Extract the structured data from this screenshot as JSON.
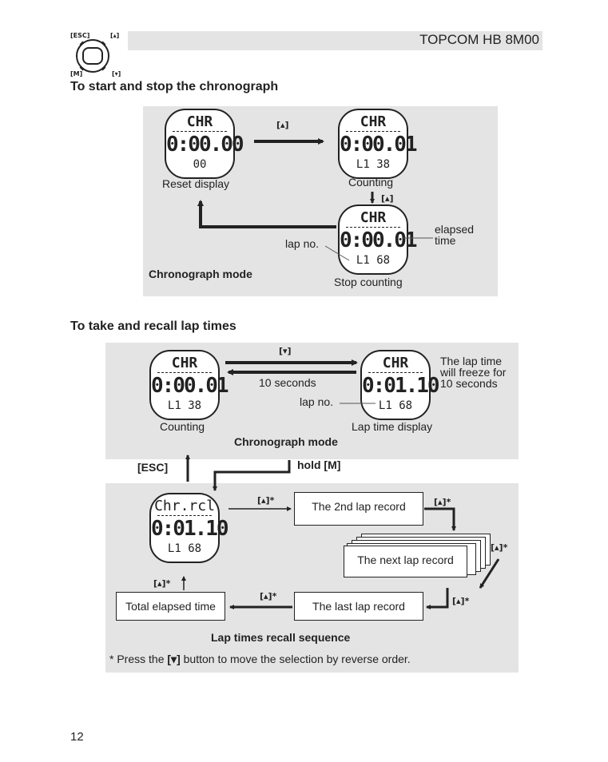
{
  "header": {
    "brand": "TOPCOM HB 8M00",
    "logo": {
      "key_esc": "[ESC]",
      "key_up": "[▴]",
      "key_m": "[M]",
      "key_down": "[▾]"
    }
  },
  "section1": {
    "title": "To start and stop the chronograph",
    "watch_reset": {
      "top": "CHR",
      "main": "0:00.00",
      "bottom": "00"
    },
    "watch_counting": {
      "top": "CHR",
      "main": "0:00.01",
      "bottom": "L1 38"
    },
    "watch_stop": {
      "top": "CHR",
      "main": "0:00.01",
      "bottom": "L1 68"
    },
    "key_up_1": "[▴]",
    "key_up_2": "[▴]",
    "label_reset": "Reset display",
    "label_counting": "Counting",
    "label_stop": "Stop counting",
    "label_lapno": "lap no.",
    "label_elapsed": "elapsed\ntime",
    "mode": "Chronograph mode"
  },
  "section2": {
    "title": "To take and recall lap times",
    "watch_counting": {
      "top": "CHR",
      "main": "0:00.01",
      "bottom": "L1 38"
    },
    "watch_lap": {
      "top": "CHR",
      "main": "0:01.10",
      "bottom": "L1 68"
    },
    "watch_recall": {
      "top": "Chr.rcl",
      "main": "0:01.10",
      "bottom": "L1 68"
    },
    "key_down": "[▾]",
    "label_10s": "10 seconds",
    "label_freeze": "The lap time\nwill freeze for\n10 seconds",
    "label_lapno": "lap no.",
    "label_counting": "Counting",
    "label_lapdisplay": "Lap time display",
    "mode": "Chronograph mode",
    "esc": "[ESC]",
    "hold_m": "hold [M]",
    "key_a": "[▴]*",
    "key_b": "[▴]*",
    "key_c": "[▴]*",
    "key_d": "[▴]*",
    "key_e": "[▴]*",
    "key_f": "[▴]*",
    "box_2nd": "The 2nd lap record",
    "box_next": "The next lap record",
    "box_last": "The last lap record",
    "box_total": "Total elapsed time",
    "sequence_title": "Lap times recall sequence",
    "footnote_pre": "* Press the ",
    "footnote_key": "[▾]",
    "footnote_post": " button to move the selection by reverse order."
  },
  "page_number": "12"
}
